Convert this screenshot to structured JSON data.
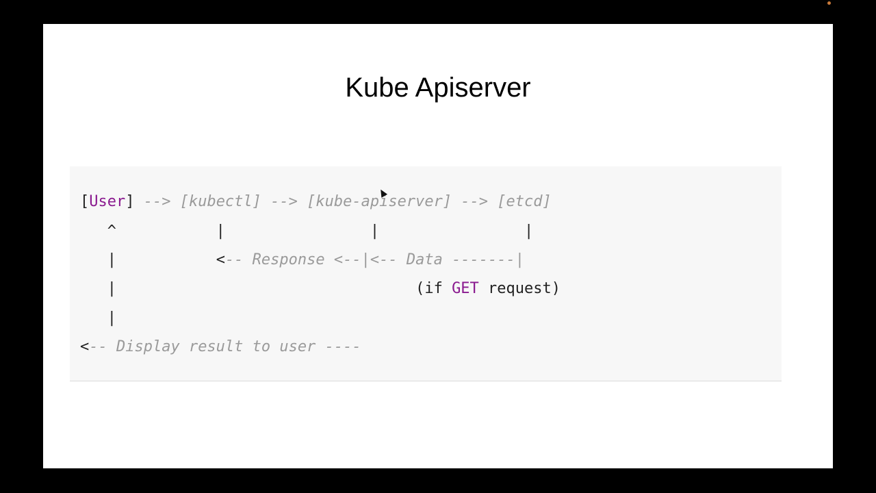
{
  "slide": {
    "title": "Kube Apiserver"
  },
  "diagram": {
    "line1": {
      "open_bracket": "[",
      "user": "User",
      "close_bracket": "]",
      "rest": " --> [kubectl] --> [kube-apiserver] --> [etcd]"
    },
    "line2": {
      "text": "   ^           |                |                |"
    },
    "line3": {
      "bar": "   |           ",
      "arrow": "<",
      "rest": "-- Response <--|<-- Data -------|"
    },
    "line4": {
      "bar": "   |                                 ",
      "open": "(if ",
      "get": "GET",
      "close": " request)"
    },
    "line5": {
      "text": "   |"
    },
    "line6": {
      "arrow": "<",
      "rest": "-- Display result to user ----"
    }
  },
  "colors": {
    "keyword": "#8a1a8f",
    "comment": "#9a9a9a",
    "code_background": "#f7f7f7",
    "slide_background": "#ffffff",
    "frame_background": "#000000"
  }
}
